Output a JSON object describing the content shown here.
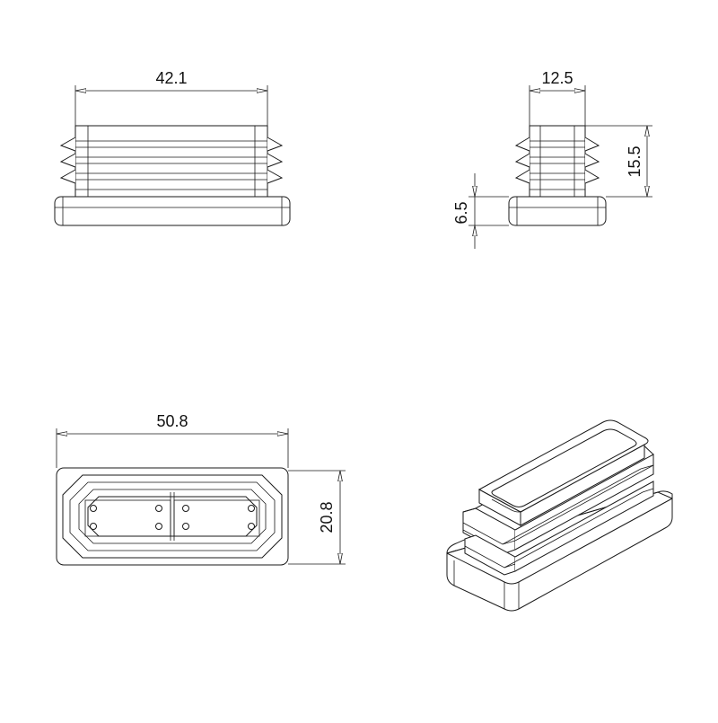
{
  "drawing": {
    "front_view": {
      "width_label": "42.1"
    },
    "side_view": {
      "width_label": "12.5",
      "height_label": "15.5",
      "flange_label": "6.5"
    },
    "top_view": {
      "width_label": "50.8",
      "height_label": "20.8"
    },
    "iso_view": {}
  }
}
